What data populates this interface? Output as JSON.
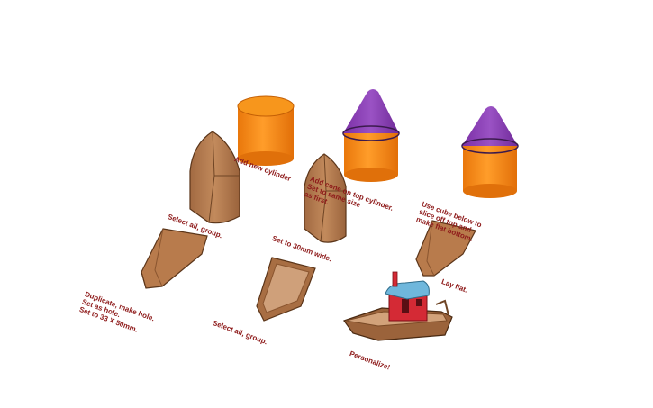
{
  "workplane_notes": {
    "cylinder_note": "Add new cylinder",
    "cone_note": "Add cone on top cylinder.\nSet to same size\nas first.",
    "hole_note": "Use cube below to\nslice off top and\nmake flat bottom.",
    "group_note_top": "Select all, group.",
    "resize_note": "Set to 30mm wide.",
    "duplicate_note": "Duplicate, make hole.\nSet as hole.\nSet to 33 X 50mm.",
    "group_note_bottom": "Select all, group.",
    "lay_flat_note": "Lay flat.",
    "personalize_note": "Personalize!"
  },
  "colors": {
    "cylinder_orange": "#f58a12",
    "cone_purple": "#8a3fb3",
    "wood": "#b47a4e",
    "cabin_red": "#d42a35",
    "roof_blue": "#6fb7dc",
    "note_text": "#8e1a1a"
  }
}
